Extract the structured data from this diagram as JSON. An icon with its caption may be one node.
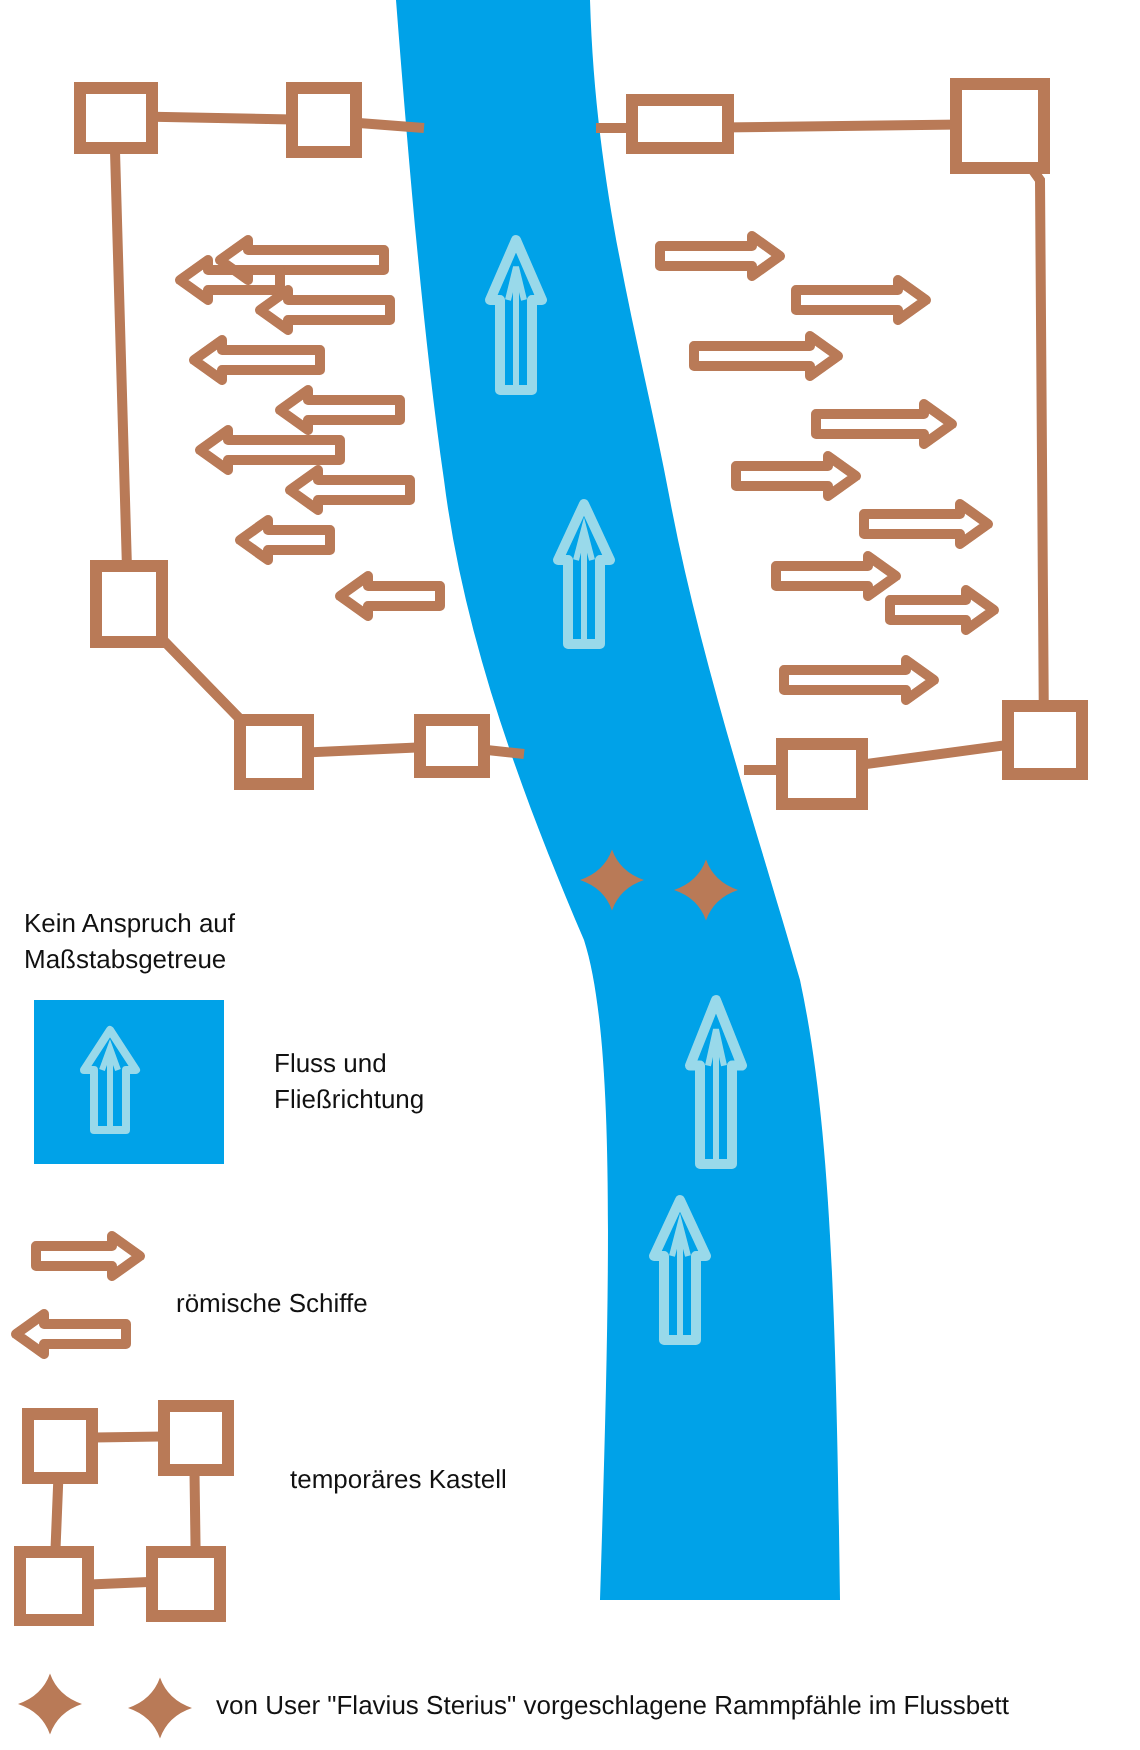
{
  "diagram": {
    "labels": [
      "Kein Anspruch auf Maßstabsgetreue"
    ],
    "legend": [
      {
        "text": "Fluss und Fließrichtung"
      },
      {
        "text": "römische Schiffe"
      },
      {
        "text": "temporäres Kastell"
      },
      {
        "text": "von User \"Flavius Sterius\" vorgeschlagene Rammpfähle im Flussbett"
      }
    ]
  }
}
